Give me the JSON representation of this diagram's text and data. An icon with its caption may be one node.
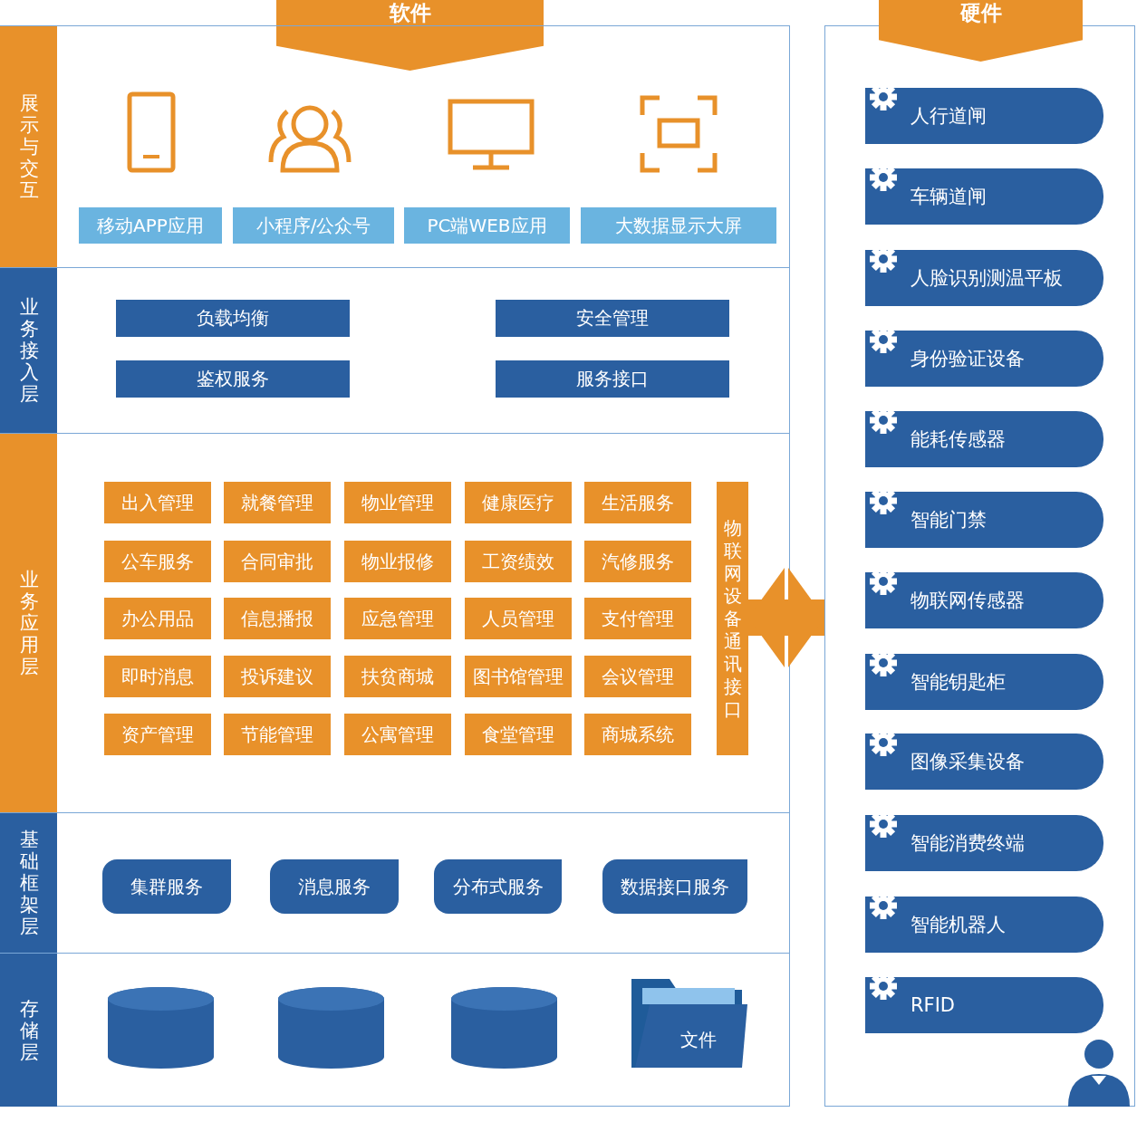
{
  "diagram": {
    "nodes": [
      {
        "text": [
          "软件"
        ]
      },
      {
        "text": [
          "展示与交互"
        ],
        "in": 0
      },
      {
        "text": [
          "移动APP应用"
        ],
        "in": 1
      },
      {
        "text": [
          "小程序/公众号"
        ],
        "in": 1
      },
      {
        "text": [
          "PC端WEB应用"
        ],
        "in": 1
      },
      {
        "text": [
          "大数据显示大屏"
        ],
        "in": 1
      },
      {
        "text": [
          "业务接入层"
        ],
        "in": 0
      },
      {
        "text": [
          "负载均衡"
        ],
        "in": 6
      },
      {
        "text": [
          "安全管理"
        ],
        "in": 6
      },
      {
        "text": [
          "鉴权服务"
        ],
        "in": 6
      },
      {
        "text": [
          "服务接口"
        ],
        "in": 6
      },
      {
        "text": [
          "业务应用层"
        ],
        "in": 0
      },
      {
        "text": [
          "出入管理"
        ],
        "in": 11
      },
      {
        "text": [
          "就餐管理"
        ],
        "in": 11
      },
      {
        "text": [
          "物业管理"
        ],
        "in": 11
      },
      {
        "text": [
          "健康医疗"
        ],
        "in": 11
      },
      {
        "text": [
          "生活服务"
        ],
        "in": 11
      },
      {
        "text": [
          "公车服务"
        ],
        "in": 11
      },
      {
        "text": [
          "合同审批"
        ],
        "in": 11
      },
      {
        "text": [
          "物业报修"
        ],
        "in": 11
      },
      {
        "text": [
          "工资绩效"
        ],
        "in": 11
      },
      {
        "text": [
          "汽修服务"
        ],
        "in": 11
      },
      {
        "text": [
          "办公用品"
        ],
        "in": 11
      },
      {
        "text": [
          "信息播报"
        ],
        "in": 11
      },
      {
        "text": [
          "应急管理"
        ],
        "in": 11
      },
      {
        "text": [
          "人员管理"
        ],
        "in": 11
      },
      {
        "text": [
          "支付管理"
        ],
        "in": 11
      },
      {
        "text": [
          "即时消息"
        ],
        "in": 11
      },
      {
        "text": [
          "投诉建议"
        ],
        "in": 11
      },
      {
        "text": [
          "扶贫商城"
        ],
        "in": 11
      },
      {
        "text": [
          "图书馆管理"
        ],
        "in": 11
      },
      {
        "text": [
          "会议管理"
        ],
        "in": 11
      },
      {
        "text": [
          "资产管理"
        ],
        "in": 11
      },
      {
        "text": [
          "节能管理"
        ],
        "in": 11
      },
      {
        "text": [
          "公寓管理"
        ],
        "in": 11
      },
      {
        "text": [
          "食堂管理"
        ],
        "in": 11
      },
      {
        "text": [
          "商城系统"
        ],
        "in": 11
      },
      {
        "text": [
          "物联网设备通讯接口"
        ],
        "in": 11
      },
      {
        "text": [
          "基础框架层"
        ],
        "in": 0
      },
      {
        "text": [
          "集群服务"
        ],
        "in": 38
      },
      {
        "text": [
          "消息服务"
        ],
        "in": 38
      },
      {
        "text": [
          "分布式服务"
        ],
        "in": 38
      },
      {
        "text": [
          "数据接口服务"
        ],
        "in": 38
      },
      {
        "text": [
          "存储层"
        ],
        "in": 0
      },
      {
        "text": [],
        "shape": "cylinder",
        "in": 43
      },
      {
        "text": [],
        "shape": "cylinder",
        "in": 43
      },
      {
        "text": [],
        "shape": "cylinder",
        "in": 43
      },
      {
        "text": [
          "文件"
        ],
        "in": 43
      },
      {
        "text": [
          "硬件"
        ]
      },
      {
        "text": [
          "人行道闸"
        ],
        "in": 48
      },
      {
        "text": [
          "车辆道闸"
        ],
        "in": 48
      },
      {
        "text": [
          "人脸识别测温平板"
        ],
        "in": 48
      },
      {
        "text": [
          "身份验证设备"
        ],
        "in": 48
      },
      {
        "text": [
          "能耗传感器"
        ],
        "in": 48
      },
      {
        "text": [
          "智能门禁"
        ],
        "in": 48
      },
      {
        "text": [
          "物联网传感器"
        ],
        "in": 48
      },
      {
        "text": [
          "智能钥匙柜"
        ],
        "in": 48
      },
      {
        "text": [
          "图像采集设备"
        ],
        "in": 48
      },
      {
        "text": [
          "智能消费终端"
        ],
        "in": 48
      },
      {
        "text": [
          "智能机器人"
        ],
        "in": 48
      },
      {
        "text": [
          "RFID"
        ],
        "in": 48
      }
    ],
    "edges": [
      {
        "from": 37,
        "to": 48,
        "arrow": "both"
      }
    ]
  }
}
